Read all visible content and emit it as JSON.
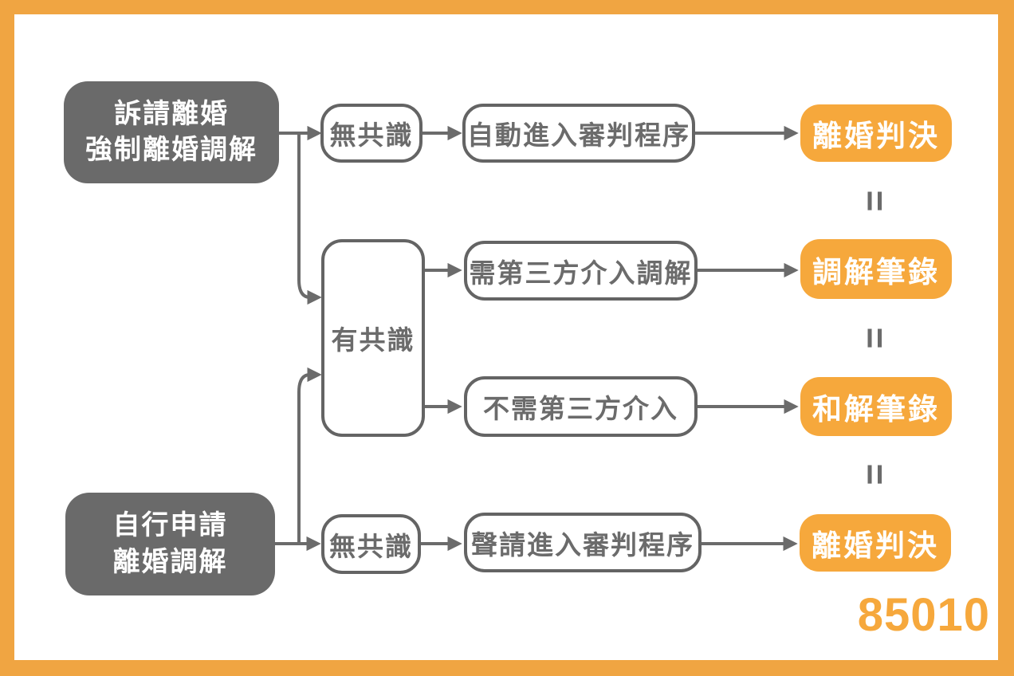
{
  "palette": {
    "border_orange": "#F0A542",
    "node_orange": "#F6A83C",
    "node_gray": "#6A6A6A",
    "line_gray": "#6B6B6B",
    "outline_gray": "#646464"
  },
  "diagram": {
    "start_nodes": [
      {
        "line1": "訴請離婚",
        "line2": "強制離婚調解"
      },
      {
        "line1": "自行申請",
        "line2": "離婚調解"
      }
    ],
    "decision_nodes": {
      "no_consensus_top": "無共識",
      "consensus": "有共識",
      "no_consensus_bottom": "無共識"
    },
    "process_nodes": {
      "auto_trial": "自動進入審判程序",
      "third_party_mediation": "需第三方介入調解",
      "no_third_party": "不需第三方介入",
      "petition_trial": "聲請進入審判程序"
    },
    "result_nodes": {
      "divorce_judgment_top": "離婚判決",
      "mediation_record": "調解筆錄",
      "settlement_record": "和解筆錄",
      "divorce_judgment_bottom": "離婚判決"
    },
    "equals_symbol": "=",
    "brand": "85010"
  }
}
